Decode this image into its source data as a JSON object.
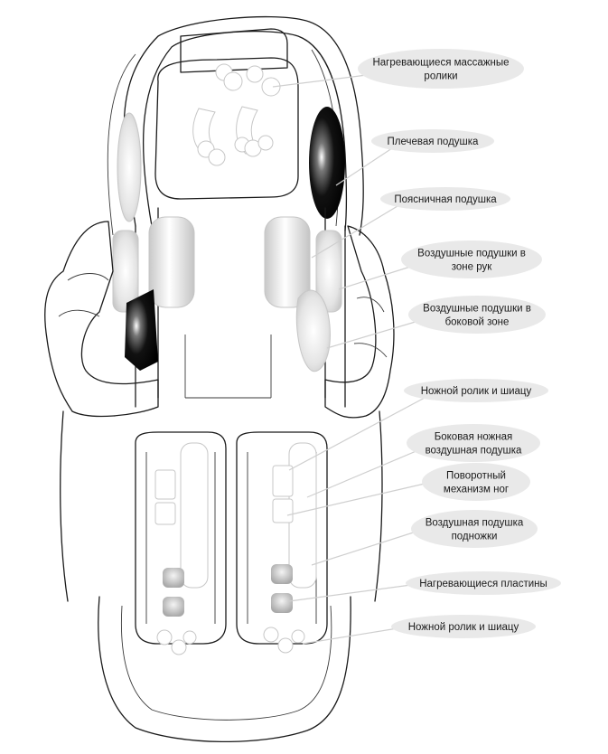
{
  "labels": [
    {
      "id": "heated-rollers",
      "lines": [
        "Нагревающиеся массажные",
        "ролики"
      ]
    },
    {
      "id": "shoulder-cushion",
      "lines": [
        "Плечевая подушка"
      ]
    },
    {
      "id": "lumbar-cushion",
      "lines": [
        "Поясничная подушка"
      ]
    },
    {
      "id": "arm-airbags",
      "lines": [
        "Воздушные подушки в",
        "зоне рук"
      ]
    },
    {
      "id": "side-airbags",
      "lines": [
        "Воздушные подушки в",
        "боковой зоне"
      ]
    },
    {
      "id": "foot-roller-shiatsu-1",
      "lines": [
        "Ножной ролик и шиацу"
      ]
    },
    {
      "id": "side-leg-airbag",
      "lines": [
        "Боковая ножная",
        "воздушная подушка"
      ]
    },
    {
      "id": "leg-rotation",
      "lines": [
        "Поворотный",
        "механизм ног"
      ]
    },
    {
      "id": "footrest-airbag",
      "lines": [
        "Воздушная подушка",
        "подножки"
      ]
    },
    {
      "id": "heating-plates",
      "lines": [
        "Нагревающиеся пластины"
      ]
    },
    {
      "id": "foot-roller-shiatsu-2",
      "lines": [
        "Ножной ролик и шиацу"
      ]
    }
  ],
  "colors": {
    "bubble": "#e9e9e9",
    "leader": "#cfcfcf",
    "outline": "#1b1b1b",
    "dark_cushion": "#111111"
  }
}
